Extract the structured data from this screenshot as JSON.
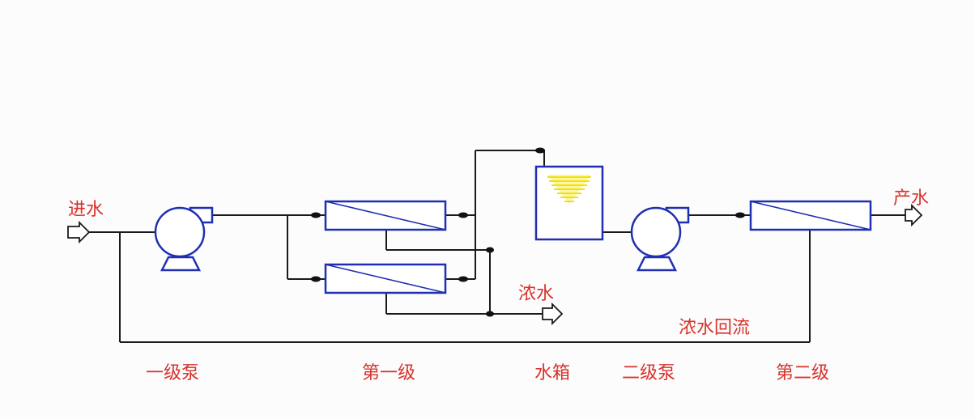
{
  "labels": {
    "inlet": "进水",
    "product": "产水",
    "concentrate": "浓水",
    "recycle": "浓水回流",
    "pump1": "一级泵",
    "stage1": "第一级",
    "tank": "水箱",
    "pump2": "二级泵",
    "stage2": "第二级"
  },
  "colors": {
    "label": "#d8322b",
    "equipment": "#1f2fb0",
    "pipe": "#1a1a1a",
    "water": "#f3e200"
  }
}
